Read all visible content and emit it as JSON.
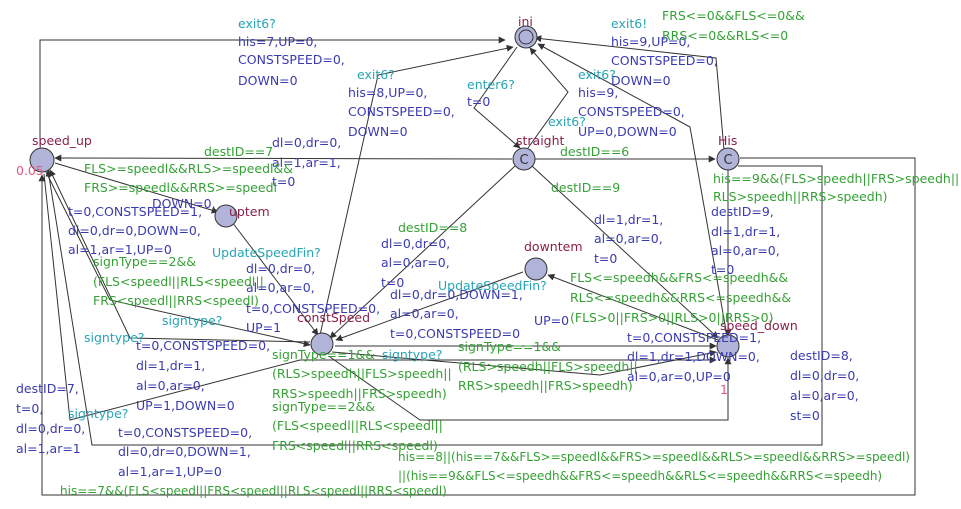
{
  "locations": {
    "ini": "ini",
    "straight": "straight",
    "his": "His",
    "speed_up": "speed_up",
    "uptem": "uptem",
    "downtem": "downtem",
    "constspeed": "constSpeed",
    "speed_down": "speed_down",
    "speed_up_invariant": "0.05",
    "speed_down_invariant": "1"
  },
  "labels": {
    "l1": "exit6?",
    "l2": "his=7,UP=0,",
    "l3": "CONSTSPEED=0,",
    "l4": "DOWN=0",
    "l5": "exit6?",
    "l6": "his=8,UP=0,",
    "l7": "CONSTSPEED=0,",
    "l8": "DOWN=0",
    "l9": "enter6?",
    "l10": "t=0",
    "l11": "exit6!",
    "l12": "his=9,UP=0,",
    "l13": "CONSTSPEED=0,",
    "l14": "DOWN=0",
    "l15": "FRS<=0&&FLS<=0&&",
    "l16": "RRS<=0&&RLS<=0",
    "l17": "exit6?",
    "l18": "his=9,",
    "l19": "CONSTSPEED=0,",
    "l20": "UP=0,DOWN=0",
    "l21": "exit6?",
    "l22": "destID==7",
    "l23": "dl=0,dr=0,",
    "l24": "al=1,ar=1,",
    "l25": "t=0",
    "l26": "destID==6",
    "l27": "FLS>=speedl&&RLS>=speedl&&",
    "l28": "FRS>=speedl&&RRS>=speedl",
    "l29": "DOWN=0,",
    "l30": "t=0,CONSTSPEED=1,",
    "l31": "dl=0,dr=0,DOWN=0,",
    "l32": "al=1,ar=1,UP=0",
    "l33": "destID==9",
    "l34": "his==9&&(FLS>speedh||FRS>speedh||",
    "l35": "RLS>speedh||RRS>speedh)",
    "l36": "destID=9,",
    "l37": "dl=1,dr=1,",
    "l38": "al=0,ar=0,",
    "l39": "t=0",
    "l40": "dl=1,dr=1,",
    "l41": "al=0,ar=0,",
    "l42": "t=0",
    "l43": "destID==8",
    "l44": "UpdateSpeedFin?",
    "l45": "dl=0,dr=0,",
    "l46": "al=0,ar=0,",
    "l47": "t=0,CONSTSPEED=0,",
    "l48": "UP=1",
    "l49": "dl=0,dr=0,",
    "l50": "al=0,ar=0,",
    "l51": "t=0",
    "l52": "signType==2&&",
    "l53": "(FLS<speedl||RLS<speedl||",
    "l54": "FRS<speedl||RRS<speedl)",
    "l55": "signtype?",
    "l56": "UpdateSpeedFin?",
    "l57": "dl=0,dr=0,DOWN=1,",
    "l58": "al=0,ar=0,",
    "l59": "t=0,CONSTSPEED=0",
    "l60": "FLS<=speedh&&FRS<=speedh&&",
    "l61": "RLS<=speedh&&RRS<=speedh&&",
    "l62": "(FLS>0||FRS>0||RLS>0||RRS>0)",
    "l63": "UP=0",
    "l64": "t=0,CONSTSPEED=1,",
    "l65": "dl=1,dr=1,DOWN=0,",
    "l66": "al=0,ar=0,UP=0",
    "l67": "signtype?",
    "l68": "t=0,CONSTSPEED=0,",
    "l69": "dl=1,dr=1,",
    "l70": "al=0,ar=0,",
    "l71": "UP=1,DOWN=0",
    "l72": "signType==1&&",
    "l73": "(RLS>speedh||FLS>speedh||",
    "l74": "RRS>speedh||FRS>speedh)",
    "l75": "signtype?",
    "l76": "signType==1&&",
    "l77": "(RLS>speedh||FLS>speedh||",
    "l78": "RRS>speedh||FRS>speedh)",
    "l79": "signType==2&&",
    "l80": "(FLS<speedl||RLS<speedl||",
    "l81": "FRS<speedl||RRS<speedl)",
    "l82": "destID=7,",
    "l83": "t=0,",
    "l84": "dl=0,dr=0,",
    "l85": "al=1,ar=1",
    "l86": "signtype?",
    "l87": "t=0,CONSTSPEED=0,",
    "l88": "dl=0,dr=0,DOWN=1,",
    "l89": "al=1,ar=1,UP=0",
    "l90": "destID=8,",
    "l91": "dl=0,dr=0,",
    "l92": "al=0,ar=0,",
    "l93": "st=0",
    "l94": "his==8||(his==7&&FLS>=speedl&&FRS>=speedl&&RLS>=speedl&&RRS>=speedl)",
    "l95": "||(his==9&&FLS<=speedh&&FRS<=speedh&&RLS<=speedh&&RRS<=speedh)",
    "l96": "his==7&&(FLS<speedl||FRS<speedl||RLS<speedl||RRS<speedl)"
  }
}
